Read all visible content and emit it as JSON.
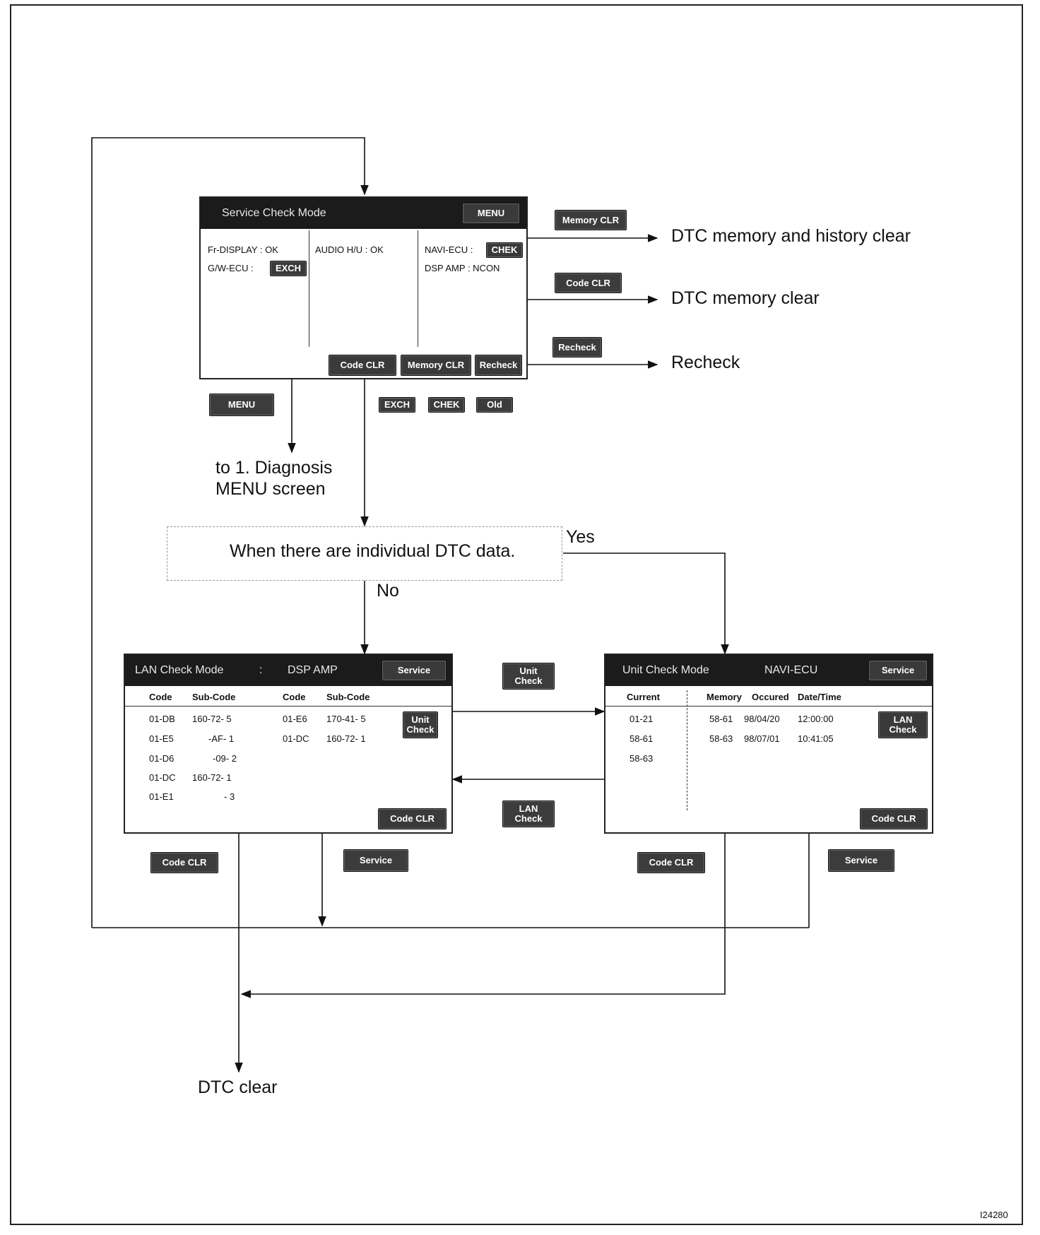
{
  "service_screen": {
    "title_left": "Service  Check  Mode",
    "menu_button": "MENU",
    "fr_display": "Fr-DISPLAY : OK",
    "gw_ecu": "G/W-ECU  :",
    "exch": "EXCH",
    "audio_hu": "AUDIO H/U : OK",
    "navi_ecu": "NAVI-ECU  :",
    "chek": "CHEK",
    "dsp_amp": "DSP AMP   :  NCON",
    "code_clr": "Code CLR",
    "memory_clr": "Memory CLR",
    "recheck": "Recheck"
  },
  "side_buttons": {
    "memory_clr": "Memory CLR",
    "code_clr": "Code CLR",
    "recheck": "Recheck",
    "menu": "MENU",
    "exch": "EXCH",
    "chek": "CHEK",
    "old": "Old",
    "unit_check": "Unit Check",
    "lan_check": "LAN Check",
    "code_clr_left": "Code CLR",
    "service_left": "Service",
    "code_clr_right": "Code CLR",
    "service_right": "Service"
  },
  "outcomes": {
    "memory_history_clear": "DTC memory and history clear",
    "memory_clear": "DTC memory clear",
    "recheck": "Recheck",
    "diagnosis_line1": "to 1. Diagnosis",
    "diagnosis_line2": "MENU screen",
    "dtc_clear": "DTC clear"
  },
  "decision": {
    "question": "When there are individual DTC data.",
    "yes": "Yes",
    "no": "No"
  },
  "lan_screen": {
    "title": "LAN  Check  Mode",
    "colon": ":",
    "device": "DSP  AMP",
    "service_button": "Service",
    "headers": [
      "Code",
      "Sub-Code",
      "Code",
      "Sub-Code"
    ],
    "left_rows": [
      {
        "code": "01-DB",
        "sub": "160-72- 5"
      },
      {
        "code": "01-E5",
        "sub": "-AF- 1"
      },
      {
        "code": "01-D6",
        "sub": "-09- 2"
      },
      {
        "code": "01-DC",
        "sub": "160-72- 1"
      },
      {
        "code": "01-E1",
        "sub": "- 3"
      }
    ],
    "right_rows": [
      {
        "code": "01-E6",
        "sub": "170-41- 5"
      },
      {
        "code": "01-DC",
        "sub": "160-72- 1"
      }
    ],
    "unit_check_button": "Unit Check",
    "code_clr_button": "Code CLR"
  },
  "unit_screen": {
    "title": "Unit  Check  Mode",
    "device": "NAVI-ECU",
    "service_button": "Service",
    "headers": {
      "current": "Current",
      "memory": "Memory",
      "occured": "Occured",
      "datetime": "Date/Time"
    },
    "current": [
      "01-21",
      "58-61",
      "58-63"
    ],
    "memory_rows": [
      {
        "memory": "58-61",
        "date": "98/04/20",
        "time": "12:00:00"
      },
      {
        "memory": "58-63",
        "date": "98/07/01",
        "time": "10:41:05"
      }
    ],
    "lan_check_button": "LAN Check",
    "code_clr_button": "Code CLR"
  },
  "figure_id": "I24280"
}
